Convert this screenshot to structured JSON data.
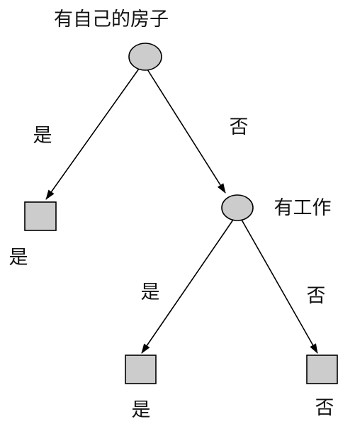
{
  "root": {
    "label": "有自己的房子",
    "yes_edge_label": "是",
    "no_edge_label": "否"
  },
  "leaf_root_yes": {
    "label": "是"
  },
  "work_node": {
    "label": "有工作",
    "yes_edge_label": "是",
    "no_edge_label": "否"
  },
  "leaf_work_yes": {
    "label": "是"
  },
  "leaf_work_no": {
    "label": "否"
  },
  "colors": {
    "node_fill": "#cccccc",
    "stroke": "#000000"
  }
}
